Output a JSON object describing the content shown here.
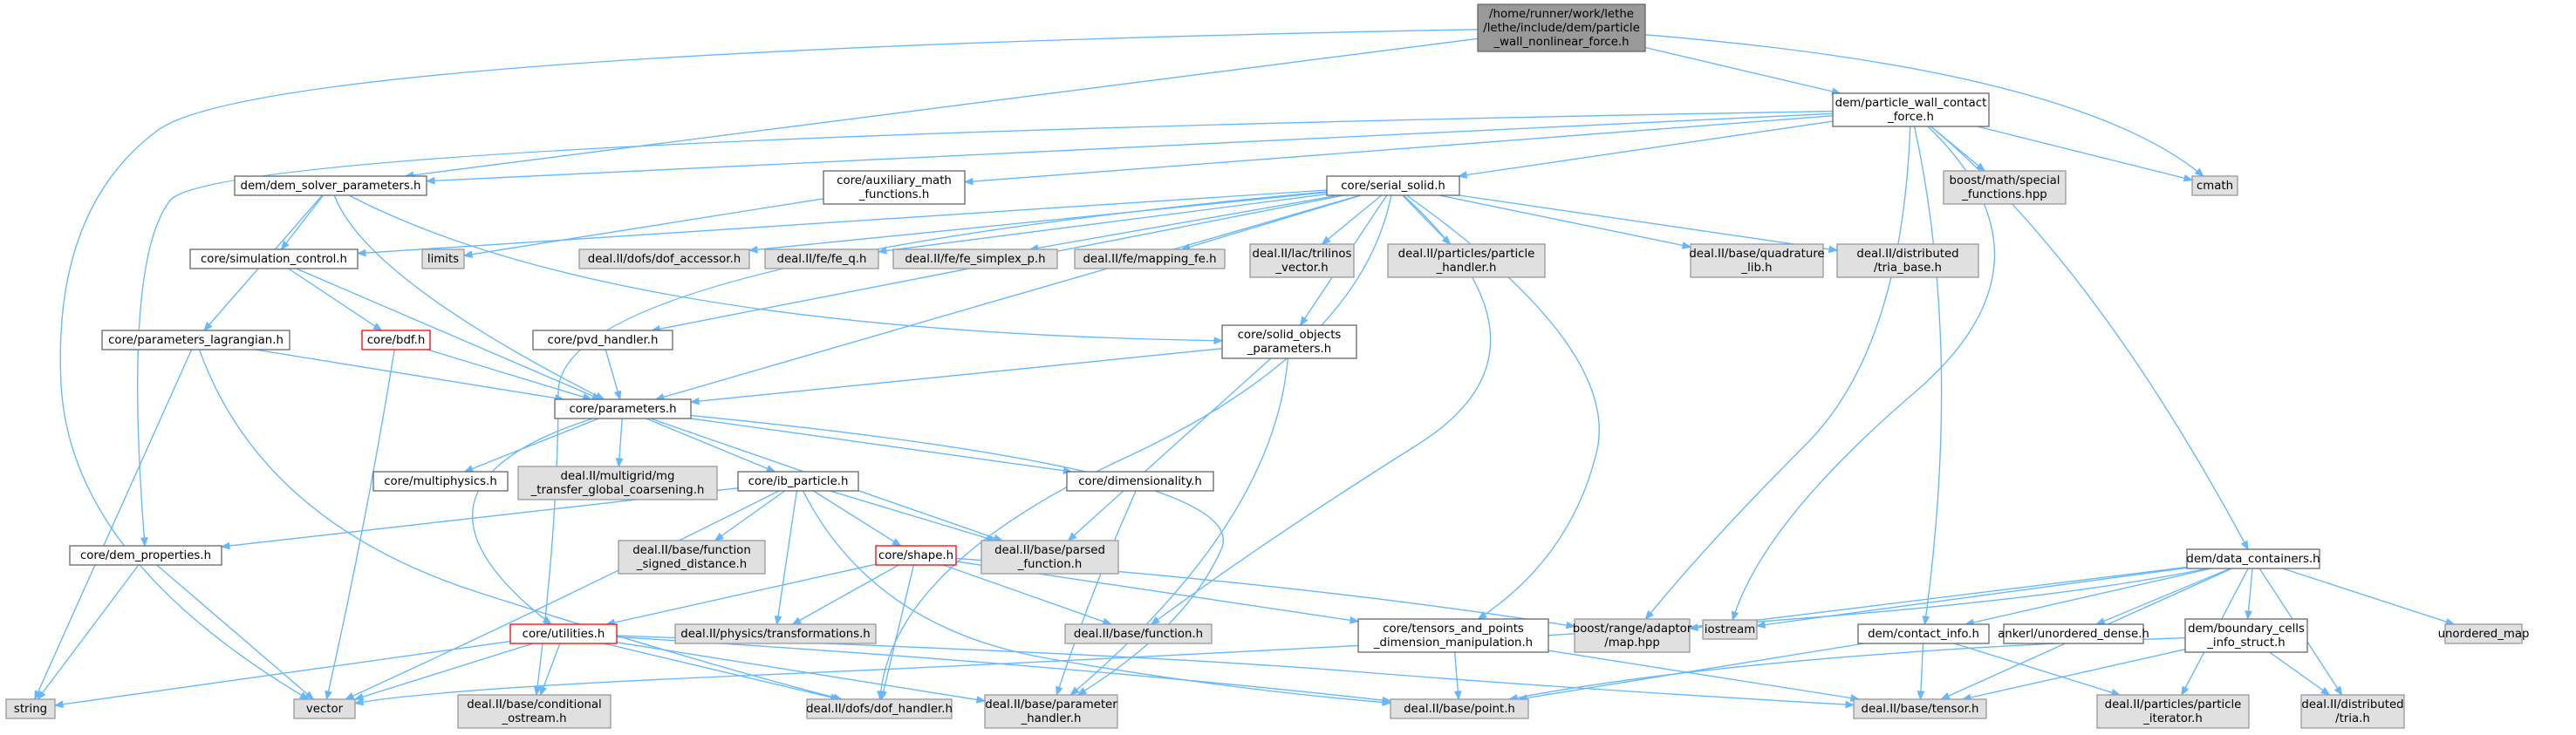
{
  "graph": {
    "colors": {
      "edge": "#63b8ff",
      "root_fill": "#999999",
      "root_border": "#666666",
      "file_fill": "#ffffff",
      "file_border": "#666666",
      "external_fill": "#e0e0e0",
      "external_border": "#999999",
      "truncated_border": "#ff0000"
    },
    "nodes": [
      {
        "id": "root",
        "kind": "root",
        "lines": [
          "/home/runner/work/lethe",
          "/lethe/include/dem/particle",
          "_wall_nonlinear_force.h"
        ]
      },
      {
        "id": "pwcf",
        "kind": "file",
        "lines": [
          "dem/particle_wall_contact",
          "_force.h"
        ]
      },
      {
        "id": "dsp",
        "kind": "file",
        "lines": [
          "dem/dem_solver_parameters.h"
        ]
      },
      {
        "id": "aux",
        "kind": "file",
        "lines": [
          "core/auxiliary_math",
          "_functions.h"
        ]
      },
      {
        "id": "ser",
        "kind": "file",
        "lines": [
          "core/serial_solid.h"
        ]
      },
      {
        "id": "boostspec",
        "kind": "external",
        "lines": [
          "boost/math/special",
          "_functions.hpp"
        ]
      },
      {
        "id": "cmath",
        "kind": "external",
        "lines": [
          "cmath"
        ]
      },
      {
        "id": "limits",
        "kind": "external",
        "lines": [
          "limits"
        ]
      },
      {
        "id": "simctl",
        "kind": "file",
        "lines": [
          "core/simulation_control.h"
        ]
      },
      {
        "id": "dofacc",
        "kind": "external",
        "lines": [
          "deal.II/dofs/dof_accessor.h"
        ]
      },
      {
        "id": "feq",
        "kind": "external",
        "lines": [
          "deal.II/fe/fe_q.h"
        ]
      },
      {
        "id": "fesp",
        "kind": "external",
        "lines": [
          "deal.II/fe/fe_simplex_p.h"
        ]
      },
      {
        "id": "mapfe",
        "kind": "external",
        "lines": [
          "deal.II/fe/mapping_fe.h"
        ]
      },
      {
        "id": "trilvec",
        "kind": "external",
        "lines": [
          "deal.II/lac/trilinos",
          "_vector.h"
        ]
      },
      {
        "id": "parth",
        "kind": "external",
        "lines": [
          "deal.II/particles/particle",
          "_handler.h"
        ]
      },
      {
        "id": "quadlib",
        "kind": "external",
        "lines": [
          "deal.II/base/quadrature",
          "_lib.h"
        ]
      },
      {
        "id": "triabase",
        "kind": "external",
        "lines": [
          "deal.II/distributed",
          "/tria_base.h"
        ]
      },
      {
        "id": "plag",
        "kind": "file",
        "lines": [
          "core/parameters_lagrangian.h"
        ]
      },
      {
        "id": "bdf",
        "kind": "truncated",
        "lines": [
          "core/bdf.h"
        ]
      },
      {
        "id": "pvd",
        "kind": "file",
        "lines": [
          "core/pvd_handler.h"
        ]
      },
      {
        "id": "sop",
        "kind": "file",
        "lines": [
          "core/solid_objects",
          "_parameters.h"
        ]
      },
      {
        "id": "params",
        "kind": "file",
        "lines": [
          "core/parameters.h"
        ]
      },
      {
        "id": "multiph",
        "kind": "file",
        "lines": [
          "core/multiphysics.h"
        ]
      },
      {
        "id": "mgtr",
        "kind": "external",
        "lines": [
          "deal.II/multigrid/mg",
          "_transfer_global_coarsening.h"
        ]
      },
      {
        "id": "ibp",
        "kind": "file",
        "lines": [
          "core/ib_particle.h"
        ]
      },
      {
        "id": "dimen",
        "kind": "file",
        "lines": [
          "core/dimensionality.h"
        ]
      },
      {
        "id": "dprop",
        "kind": "file",
        "lines": [
          "core/dem_properties.h"
        ]
      },
      {
        "id": "fsd",
        "kind": "external",
        "lines": [
          "deal.II/base/function",
          "_signed_distance.h"
        ]
      },
      {
        "id": "shape",
        "kind": "truncated",
        "lines": [
          "core/shape.h"
        ]
      },
      {
        "id": "parsed",
        "kind": "external",
        "lines": [
          "deal.II/base/parsed",
          "_function.h"
        ]
      },
      {
        "id": "util",
        "kind": "truncated",
        "lines": [
          "core/utilities.h"
        ]
      },
      {
        "id": "phystr",
        "kind": "external",
        "lines": [
          "deal.II/physics/transformations.h"
        ]
      },
      {
        "id": "func",
        "kind": "external",
        "lines": [
          "deal.II/base/function.h"
        ]
      },
      {
        "id": "tpdm",
        "kind": "file",
        "lines": [
          "core/tensors_and_points",
          "_dimension_manipulation.h"
        ]
      },
      {
        "id": "boostmap",
        "kind": "external",
        "lines": [
          "boost/range/adaptor",
          "/map.hpp"
        ]
      },
      {
        "id": "iostream",
        "kind": "external",
        "lines": [
          "iostream"
        ]
      },
      {
        "id": "dci",
        "kind": "file",
        "lines": [
          "dem/contact_info.h"
        ]
      },
      {
        "id": "ankerl",
        "kind": "file",
        "lines": [
          "ankerl/unordered_dense.h"
        ]
      },
      {
        "id": "dbc",
        "kind": "file",
        "lines": [
          "dem/boundary_cells",
          "_info_struct.h"
        ]
      },
      {
        "id": "umap",
        "kind": "external",
        "lines": [
          "unordered_map"
        ]
      },
      {
        "id": "ddc",
        "kind": "file",
        "lines": [
          "dem/data_containers.h"
        ]
      },
      {
        "id": "string",
        "kind": "external",
        "lines": [
          "string"
        ]
      },
      {
        "id": "vector",
        "kind": "external",
        "lines": [
          "vector"
        ]
      },
      {
        "id": "condos",
        "kind": "external",
        "lines": [
          "deal.II/base/conditional",
          "_ostream.h"
        ]
      },
      {
        "id": "dofh",
        "kind": "external",
        "lines": [
          "deal.II/dofs/dof_handler.h"
        ]
      },
      {
        "id": "paramh",
        "kind": "external",
        "lines": [
          "deal.II/base/parameter",
          "_handler.h"
        ]
      },
      {
        "id": "point",
        "kind": "external",
        "lines": [
          "deal.II/base/point.h"
        ]
      },
      {
        "id": "tensor",
        "kind": "external",
        "lines": [
          "deal.II/base/tensor.h"
        ]
      },
      {
        "id": "partit",
        "kind": "external",
        "lines": [
          "deal.II/particles/particle",
          "_iterator.h"
        ]
      },
      {
        "id": "triah",
        "kind": "external",
        "lines": [
          "deal.II/distributed",
          "/tria.h"
        ]
      }
    ]
  }
}
